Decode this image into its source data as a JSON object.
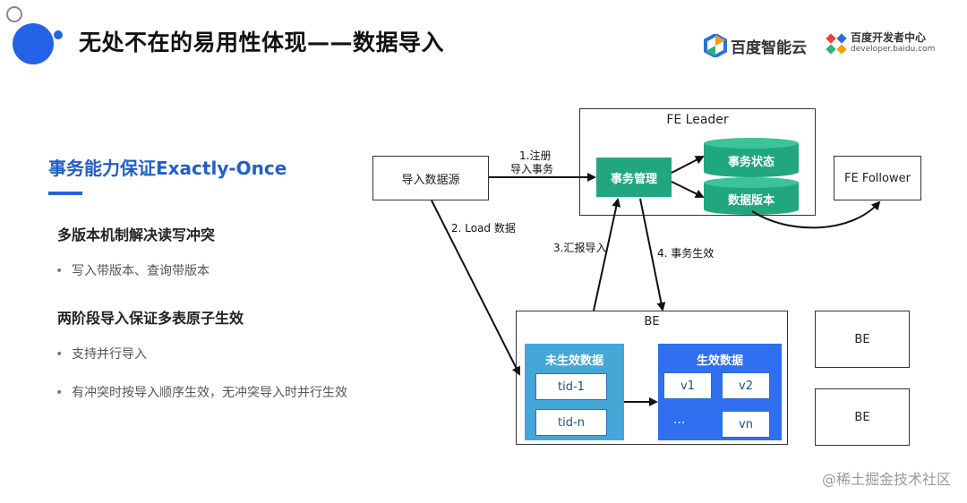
{
  "header": {
    "title": "无处不在的易用性体现——数据导入",
    "logo_baidu_cloud": "百度智能云",
    "logo_dev_center": "百度开发者中心",
    "logo_dev_url": "developer.baidu.com"
  },
  "left_panel": {
    "section_title": "事务能力保证Exactly-Once",
    "items": [
      {
        "heading": "多版本机制解决读写冲突",
        "bullets": [
          "写入带版本、查询带版本"
        ]
      },
      {
        "heading": "两阶段导入保证多表原子生效",
        "bullets": [
          "支持并行导入",
          "有冲突时按导入顺序生效，无冲突导入时并行生效"
        ]
      }
    ]
  },
  "diagram": {
    "source_label": "导入数据源",
    "fe_leader_label": "FE Leader",
    "fe_follower_label": "FE Follower",
    "txn_mgr_label": "事务管理",
    "txn_state_label": "事务状态",
    "data_version_label": "数据版本",
    "be_main_label": "BE",
    "be_side1_label": "BE",
    "be_side2_label": "BE",
    "uneffective_title": "未生效数据",
    "uneffective_items": [
      "tid-1",
      "tid-n"
    ],
    "effective_title": "生效数据",
    "effective_items": [
      "v1",
      "v2",
      "...",
      "vn"
    ],
    "steps": {
      "step1_line1": "1.注册",
      "step1_line2": "导入事务",
      "step2": "2. Load 数据",
      "step3": "3.汇报导入",
      "step4": "4. 事务生效"
    }
  },
  "watermark": "@稀土掘金技术社区",
  "colors": {
    "title_blue": "#1f5fc9",
    "green": "#20a77e",
    "light_blue": "#45a6d8",
    "blue": "#2f6ff0"
  }
}
